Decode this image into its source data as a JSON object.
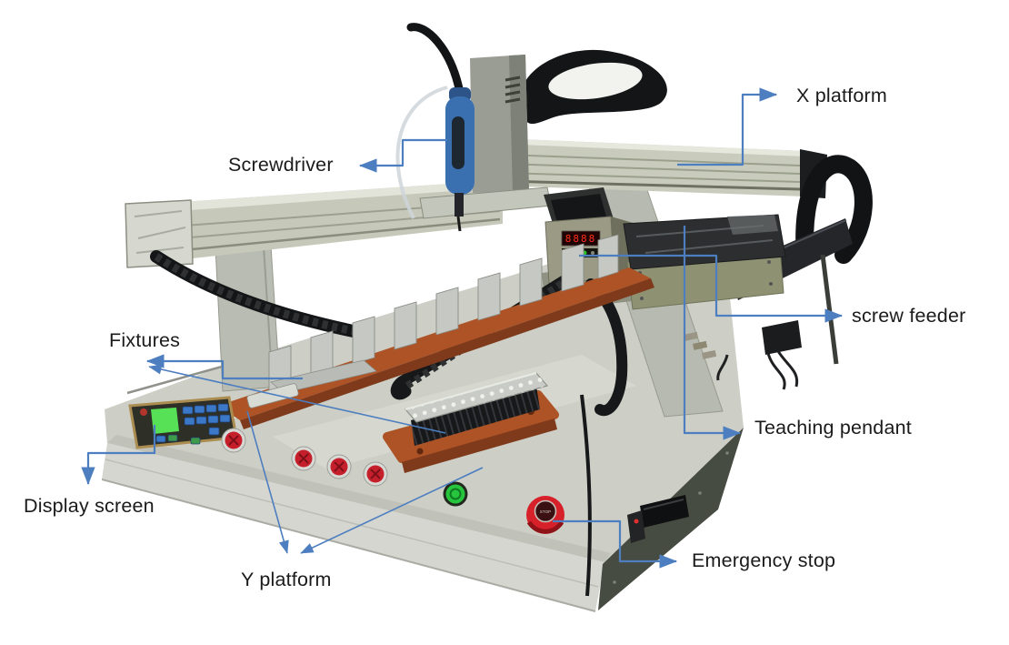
{
  "labels": {
    "x_platform": "X platform",
    "screwdriver": "Screwdriver",
    "screw_feeder": "screw feeder",
    "fixtures": "Fixtures",
    "teaching_pendant": "Teaching pendant",
    "display_screen": "Display screen",
    "y_platform": "Y platform",
    "emergency_stop": "Emergency stop"
  },
  "machine": {
    "feeder_display": "8888",
    "estop_label": "STOP"
  },
  "colors": {
    "callout": "#4d7ec0",
    "label_text": "#1b1b1b",
    "fixture_plate": "#ad5326",
    "screwdriver_body": "#3a6fb0",
    "estop_red": "#d6202a",
    "button_red": "#c51f2b",
    "button_green": "#27c43d",
    "screen_green": "#57e157",
    "led_red": "#ff2e1e",
    "bench_grey": "#cdcfc6"
  }
}
